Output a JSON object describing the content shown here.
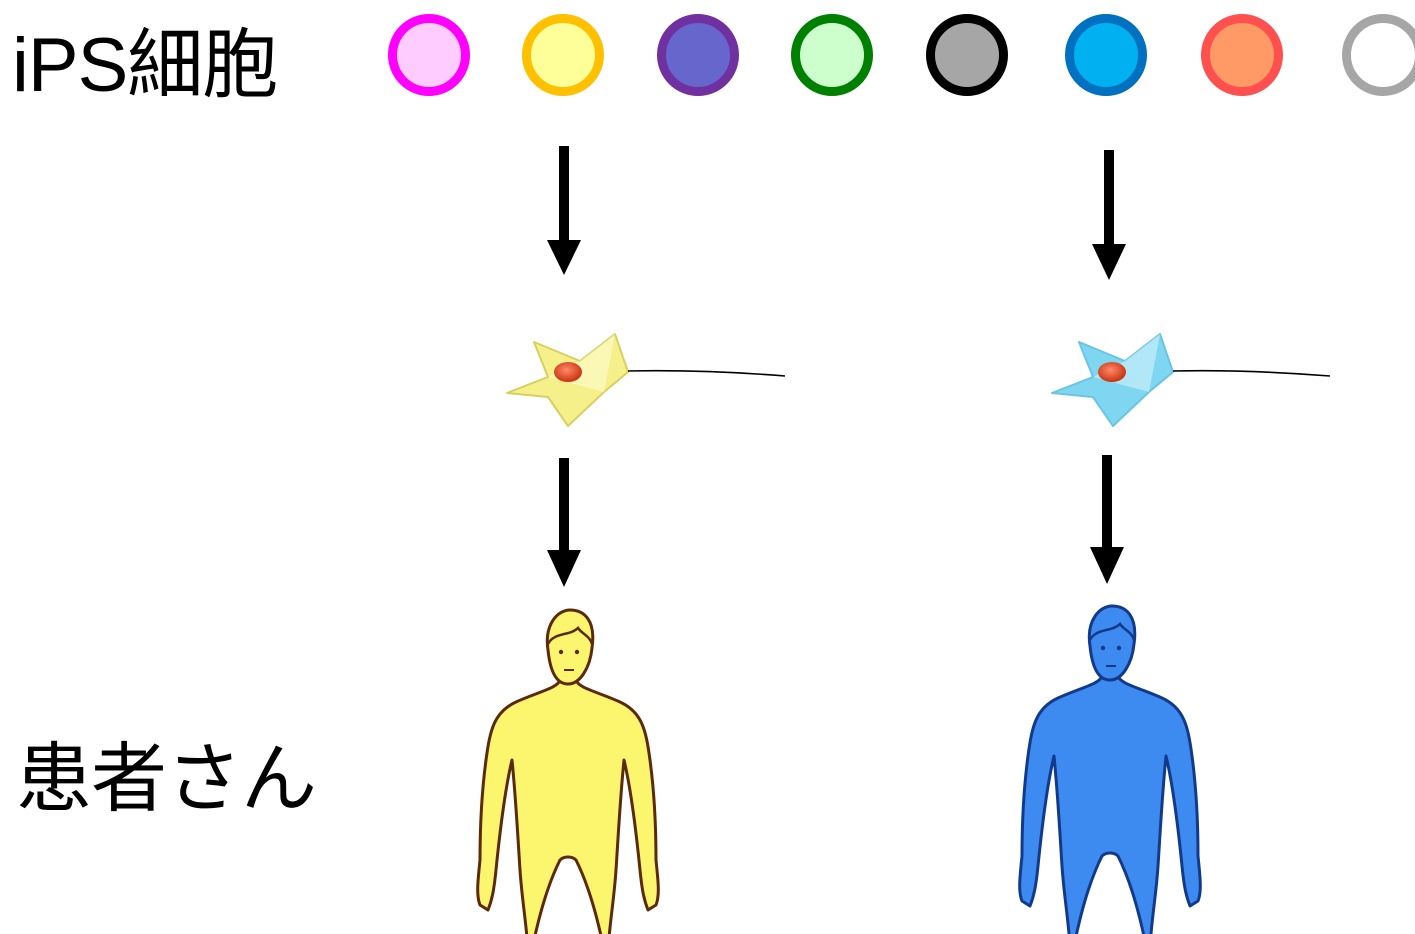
{
  "labels": {
    "ips_cells": "iPS細胞",
    "patients": "患者さん"
  },
  "ips_cells": [
    {
      "name": "magenta",
      "fill": "#ffccff",
      "border": "#ff00ff"
    },
    {
      "name": "yellow",
      "fill": "#ffff99",
      "border": "#ffc000"
    },
    {
      "name": "purple",
      "fill": "#6666cc",
      "border": "#7030a0"
    },
    {
      "name": "green",
      "fill": "#ccffcc",
      "border": "#008000"
    },
    {
      "name": "black",
      "fill": "#a6a6a6",
      "border": "#000000"
    },
    {
      "name": "blue",
      "fill": "#00b0f0",
      "border": "#0070c0"
    },
    {
      "name": "orange",
      "fill": "#ff9966",
      "border": "#ff5050"
    },
    {
      "name": "gray",
      "fill": "#ffffff",
      "border": "#a6a6a6"
    }
  ],
  "derived": [
    {
      "name": "yellow",
      "cell_color": "#f6f08a",
      "body_color": "#fbf66e",
      "outline": "#5a2a0a"
    },
    {
      "name": "blue",
      "cell_color": "#7fd6f0",
      "body_color": "#3d8af0",
      "outline": "#123a8a"
    }
  ]
}
